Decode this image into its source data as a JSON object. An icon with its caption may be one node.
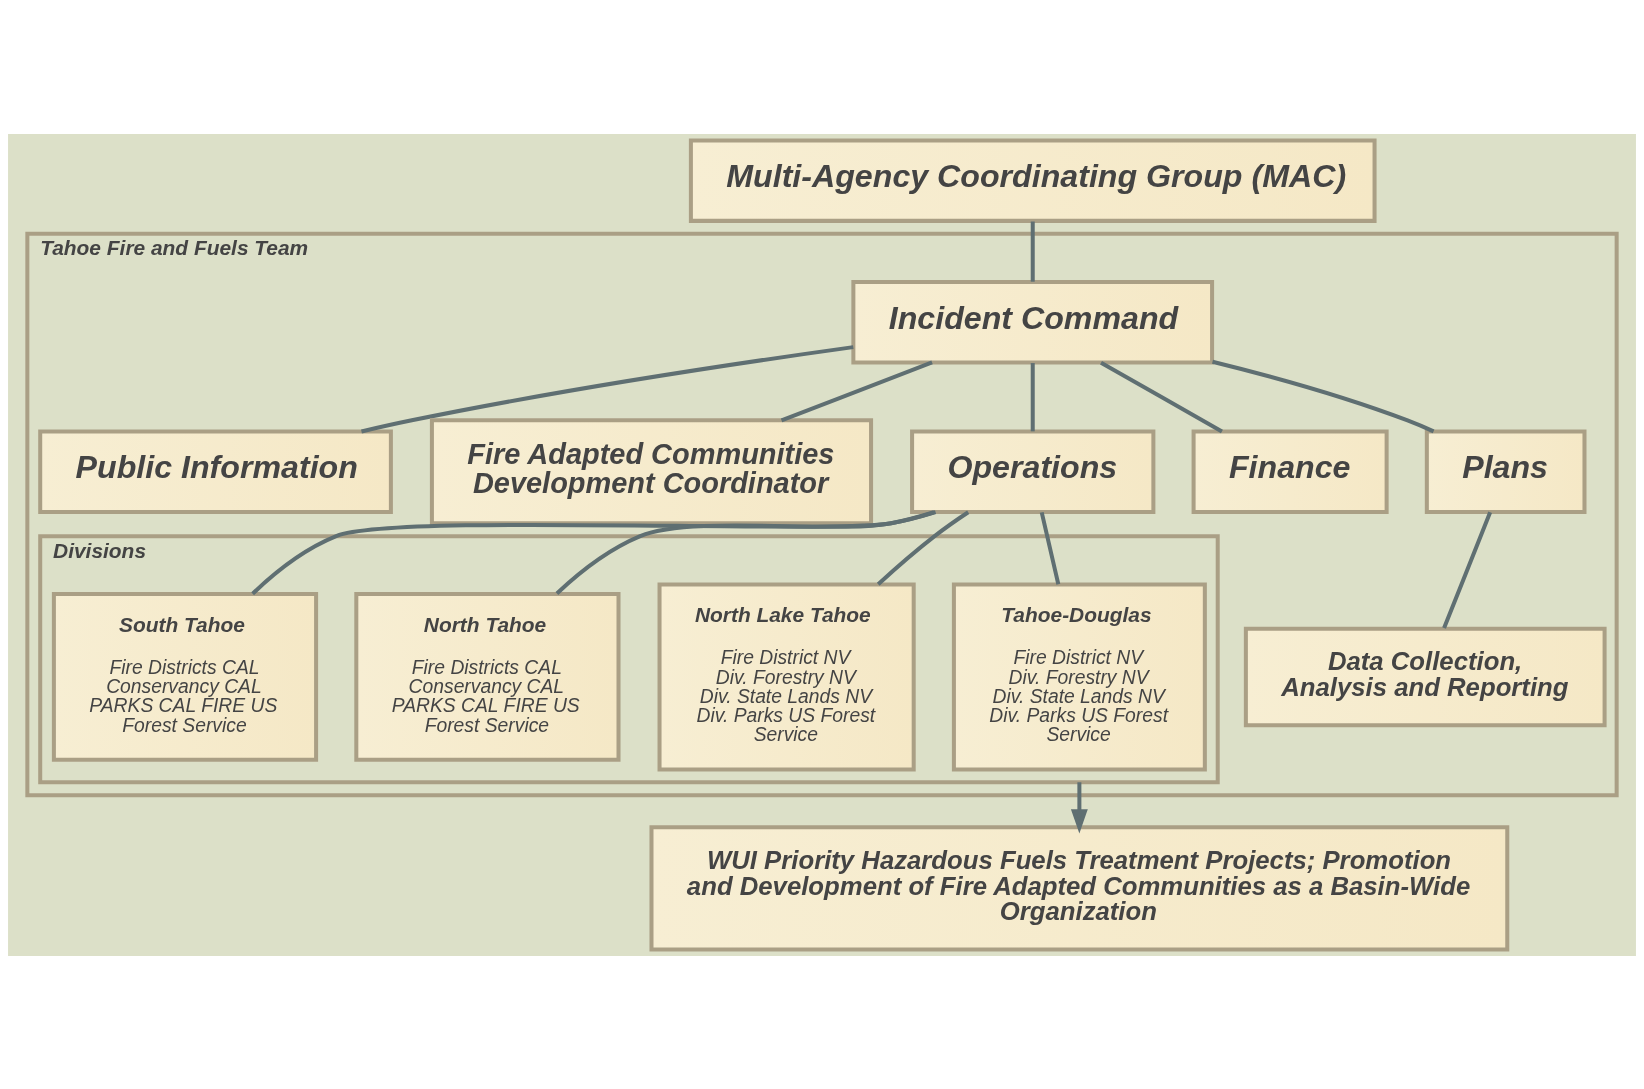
{
  "diagram": {
    "nodes": [
      {
        "text": [
          "Multi-Agency Coordinating Group (MAC)"
        ]
      },
      {
        "text": [
          "Tahoe Fire and Fuels Team"
        ]
      },
      {
        "text": [
          "Incident Command"
        ],
        "in": 1
      },
      {
        "text": [
          "Public Information"
        ],
        "in": 1
      },
      {
        "text": [
          "Fire Adapted Communities Development Coordinator"
        ],
        "in": 1
      },
      {
        "text": [
          "Operations"
        ],
        "in": 1
      },
      {
        "text": [
          "Finance"
        ],
        "in": 1
      },
      {
        "text": [
          "Plans"
        ],
        "in": 1
      },
      {
        "text": [
          "Divisions"
        ],
        "in": 1
      },
      {
        "text": [
          "Tahoe-Douglas",
          "Fire District NV Div. Forestry NV Div. State Lands NV Div. Parks US Forest Service"
        ],
        "in": 8
      },
      {
        "text": [
          "North Lake Tahoe",
          "Fire District NV Div. Forestry NV Div. State Lands NV Div. Parks US Forest Service"
        ],
        "in": 8
      },
      {
        "text": [
          "North Tahoe",
          "Fire Districts CAL Conservancy CAL PARKS CAL FIRE US Forest Service"
        ],
        "in": 8
      },
      {
        "text": [
          "South Tahoe",
          "Fire Districts CAL Conservancy CAL PARKS CAL FIRE US Forest Service"
        ],
        "in": 8
      },
      {
        "text": [
          "Data Collection, Analysis and Reporting"
        ],
        "in": 1
      },
      {
        "text": [
          "WUI Priority Hazardous Fuels Treatment Projects; Promotion and Development of Fire Adapted Communities as a Basin-Wide Organization"
        ]
      }
    ],
    "edges": [
      {
        "from": 0,
        "to": 2,
        "arrow": "none"
      },
      {
        "from": 2,
        "to": 3,
        "arrow": "none"
      },
      {
        "from": 2,
        "to": 4,
        "arrow": "none"
      },
      {
        "from": 2,
        "to": 5,
        "arrow": "none"
      },
      {
        "from": 2,
        "to": 6,
        "arrow": "none"
      },
      {
        "from": 2,
        "to": 7,
        "arrow": "none"
      },
      {
        "from": 5,
        "to": 9,
        "arrow": "none"
      },
      {
        "from": 5,
        "to": 10,
        "arrow": "none"
      },
      {
        "from": 5,
        "to": 11,
        "arrow": "none"
      },
      {
        "from": 5,
        "to": 12,
        "arrow": "none"
      },
      {
        "from": 7,
        "to": 13,
        "arrow": "none"
      },
      {
        "from": 8,
        "to": 14,
        "arrow": "to"
      }
    ]
  }
}
